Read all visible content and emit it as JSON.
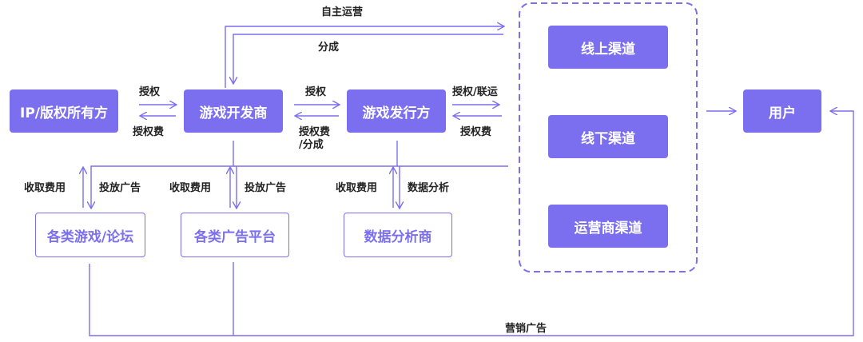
{
  "colors": {
    "primary": "#7b6ff0",
    "line": "#7b6ff0",
    "text": "#222222"
  },
  "nodes": {
    "ip_owner": "IP/版权所有方",
    "developer": "游戏开发商",
    "publisher": "游戏发行方",
    "online_channel": "线上渠道",
    "offline_channel": "线下渠道",
    "operator_channel": "运营商渠道",
    "user": "用户",
    "game_forum": "各类游戏/论坛",
    "ad_platform": "各类广告平台",
    "data_analyst": "数据分析商"
  },
  "edges": {
    "self_operation": "自主运营",
    "revenue_share": "分成",
    "license_1": "授权",
    "license_fee_1": "授权费",
    "license_2": "授权",
    "license_fee_share_1": "授权费",
    "license_fee_share_2": "/分成",
    "license_joint_op": "授权/联运",
    "license_fee_3": "授权费",
    "collect_fee_1": "收取费用",
    "ad_placement_1": "投放广告",
    "collect_fee_2": "收取费用",
    "ad_placement_2": "投放广告",
    "collect_fee_3": "收取费用",
    "data_analysis": "数据分析",
    "marketing_ads": "营销广告"
  }
}
